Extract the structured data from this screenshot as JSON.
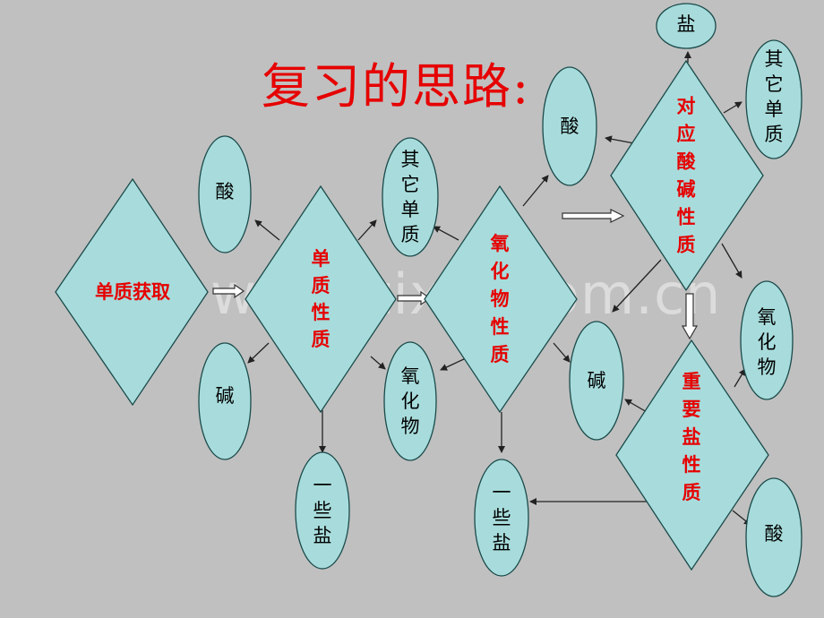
{
  "title": "复习的思路:",
  "watermark": "www.zixin.com.cn",
  "colors": {
    "background": "#c0c0c0",
    "shape_fill": "#a8dcdc",
    "accent_red": "#e60000"
  },
  "diamonds": {
    "element_source": "单质获取",
    "element_properties": "单质性质",
    "oxide_properties": "氧化物性质",
    "acid_base_properties": "对应酸碱性质",
    "salt_properties": "重要盐性质"
  },
  "ellipses": {
    "acid_1": "酸",
    "base_1": "碱",
    "other_element_1": "其它单质",
    "oxide_1": "氧化物",
    "some_salts_1": "一些盐",
    "some_salts_2": "一些盐",
    "acid_2": "酸",
    "base_2": "碱",
    "salt_top": "盐",
    "other_element_2": "其它单质",
    "oxide_2": "氧化物",
    "acid_3": "酸"
  }
}
